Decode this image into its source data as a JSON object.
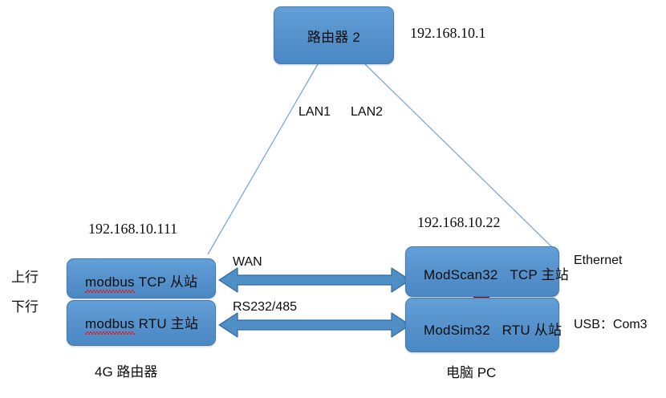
{
  "diagram": {
    "title_node": {
      "label": "路由器 2",
      "ip": "192.168.10.1"
    },
    "link_labels": {
      "lan1": "LAN1",
      "lan2": "LAN2"
    },
    "left_group": {
      "ip": "192.168.10.111",
      "caption": "4G 路由器",
      "direction_up": "上行",
      "direction_down": "下行",
      "boxes": [
        {
          "word1": "modbus",
          "word2": "TCP 从站"
        },
        {
          "word1": "modbus",
          "word2": "RTU 主站"
        }
      ]
    },
    "right_group": {
      "ip": "192.168.10.22",
      "caption": "电脑 PC",
      "boxes": [
        {
          "app": "ModScan32",
          "role": "TCP 主站"
        },
        {
          "app": "ModSim32",
          "role": "RTU 从站"
        }
      ],
      "side_labels": {
        "ethernet": "Ethernet",
        "usb": "USB：Com3"
      }
    },
    "middle_arrows": [
      {
        "label": "WAN"
      },
      {
        "label": "RS232/485"
      }
    ],
    "colors": {
      "node_fill": "#5793cd",
      "node_border": "#417ab0",
      "connector_line": "#7ba7d7",
      "blue_arrow_fill": "#4f8fc6",
      "blue_arrow_border": "#2f6aa0",
      "red_arrow": "#c00000",
      "text": "#0d0d0d",
      "squiggle": "#e02020",
      "background": "#ffffff"
    }
  }
}
